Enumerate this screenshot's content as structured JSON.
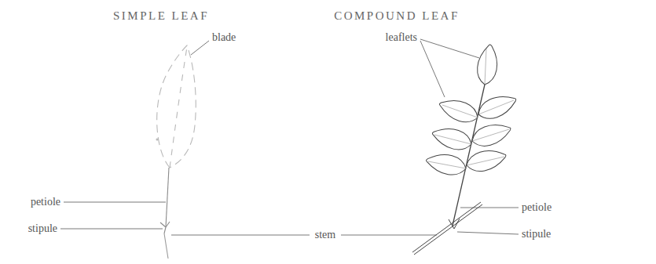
{
  "diagram": {
    "labels": [
      "SIMPLE LEAF",
      "COMPOUND LEAF",
      "leaflets",
      "blade",
      "petiole",
      "stipule",
      "stem",
      "petiole",
      "stipule"
    ]
  }
}
